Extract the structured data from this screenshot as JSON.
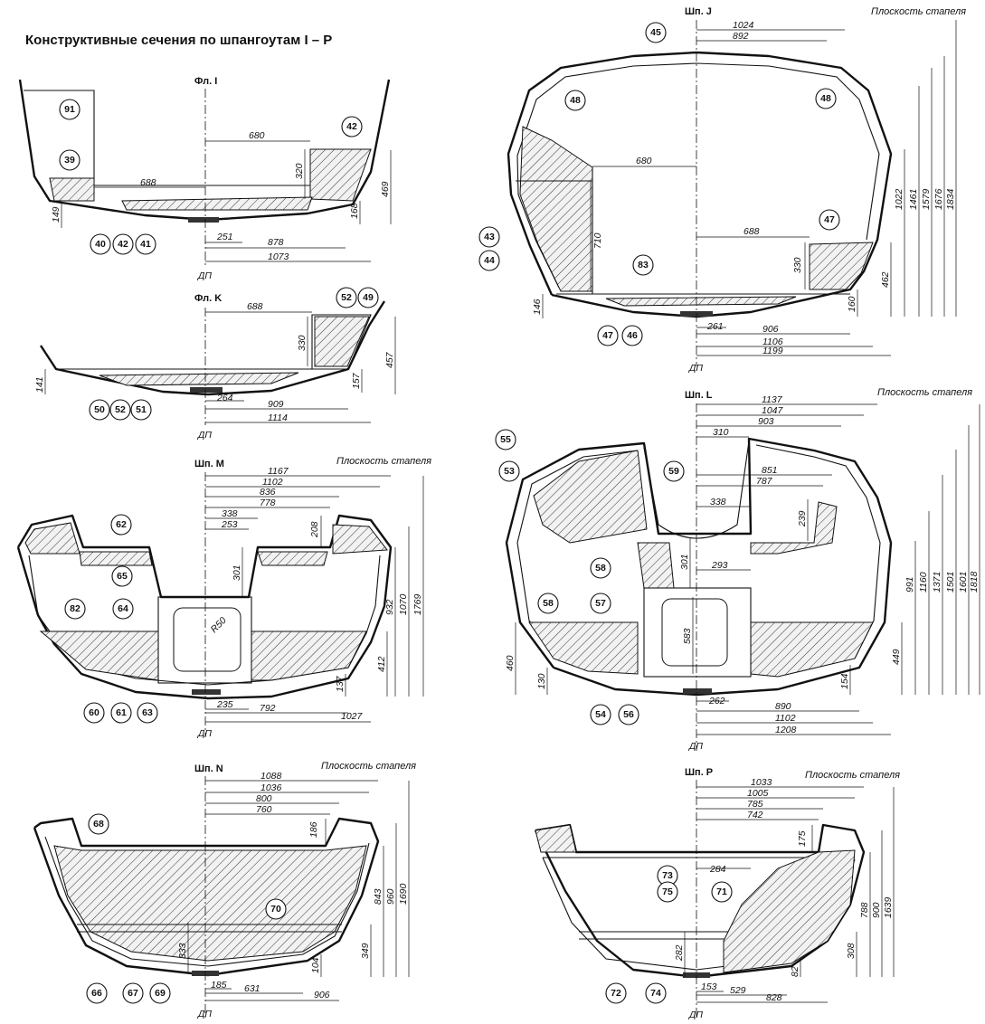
{
  "title": "Конструктивные сечения по шпангоутам I – P",
  "dp": "ДП",
  "plane_label": "Плоскость стапеля",
  "sections": {
    "fl_i": {
      "title": "Фл. I",
      "dims": [
        "680",
        "688",
        "320",
        "469",
        "149",
        "168",
        "251",
        "878",
        "1073"
      ],
      "callouts": [
        "91",
        "39",
        "42",
        "40",
        "42",
        "41"
      ]
    },
    "fl_k": {
      "title": "Фл. K",
      "dims": [
        "688",
        "330",
        "457",
        "141",
        "157",
        "264",
        "909",
        "1114"
      ],
      "callouts": [
        "52",
        "49",
        "50",
        "52",
        "51"
      ]
    },
    "shp_j": {
      "title": "Шп. J",
      "dims": [
        "1024",
        "892",
        "680",
        "710",
        "688",
        "330",
        "146",
        "160",
        "261",
        "906",
        "1106",
        "1199",
        "1022",
        "1461",
        "1579",
        "1676",
        "1834",
        "462"
      ],
      "callouts": [
        "45",
        "48",
        "48",
        "43",
        "44",
        "47",
        "83",
        "47",
        "46"
      ]
    },
    "shp_m": {
      "title": "Шп. M",
      "dims": [
        "1167",
        "1102",
        "836",
        "778",
        "338",
        "253",
        "208",
        "301",
        "R50",
        "932",
        "1070",
        "1769",
        "412",
        "137",
        "235",
        "792",
        "1027"
      ],
      "callouts": [
        "62",
        "65",
        "82",
        "64",
        "60",
        "61",
        "63"
      ]
    },
    "shp_l": {
      "title": "Шп. L",
      "dims": [
        "1137",
        "1047",
        "903",
        "310",
        "851",
        "787",
        "338",
        "239",
        "301",
        "293",
        "583",
        "460",
        "130",
        "154",
        "449",
        "262",
        "890",
        "1102",
        "1208",
        "991",
        "1160",
        "1371",
        "1501",
        "1601",
        "1818"
      ],
      "callouts": [
        "55",
        "53",
        "59",
        "58",
        "58",
        "57",
        "54",
        "56"
      ]
    },
    "shp_n": {
      "title": "Шп. N",
      "dims": [
        "1088",
        "1036",
        "800",
        "760",
        "186",
        "843",
        "960",
        "1690",
        "333",
        "349",
        "104",
        "185",
        "631",
        "906"
      ],
      "callouts": [
        "68",
        "70",
        "66",
        "67",
        "69"
      ]
    },
    "shp_p": {
      "title": "Шп. P",
      "dims": [
        "1033",
        "1005",
        "785",
        "742",
        "175",
        "284",
        "282",
        "308",
        "788",
        "900",
        "1639",
        "82",
        "153",
        "529",
        "828"
      ],
      "callouts": [
        "73",
        "75",
        "71",
        "72",
        "74"
      ]
    }
  }
}
